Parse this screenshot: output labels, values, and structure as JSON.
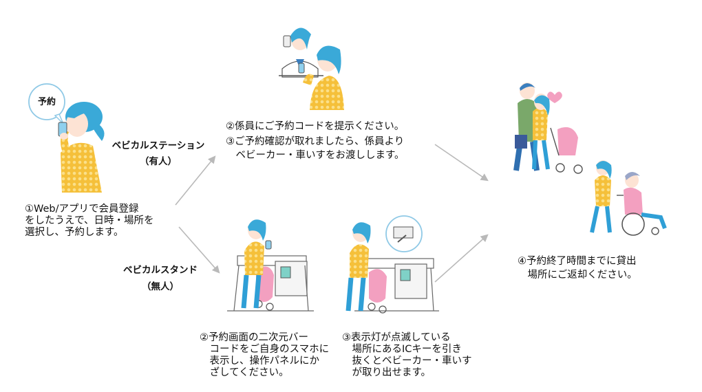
{
  "labels": {
    "station": "ベビカルステーション",
    "station_sub": "（有人）",
    "stand": "ベビカルスタンド",
    "stand_sub": "（無人）",
    "bubble": "予約"
  },
  "steps": {
    "step1": [
      "①Web/アプリで会員登録",
      "をしたうえで、日時・場所を",
      "選択し、予約します。"
    ],
    "step2a": [
      "②係員にご予約コードを提示ください。",
      "③ご予約確認が取れましたら、係員より",
      "　ベビーカー・車いすをお渡しします。"
    ],
    "step2b": [
      "②予約画面の二次元バー",
      "　コードをご自身のスマホに",
      "　表示し、操作パネルにか",
      "　ざしてください。"
    ],
    "step3b": [
      "③表示灯が点滅している",
      "　場所にあるICキーを引き",
      "　抜くとベビーカー・車いす",
      "　が取り出せます。"
    ],
    "step4": [
      "④予約終了時間までに貸出",
      "　場所にご返却ください。"
    ]
  },
  "colors": {
    "hair": "#3aa9d8",
    "sweater": "#f2b92f",
    "pink": "#f3a0c0",
    "arrow": "#b9b9b9",
    "jeans": "#2f9fd6"
  }
}
